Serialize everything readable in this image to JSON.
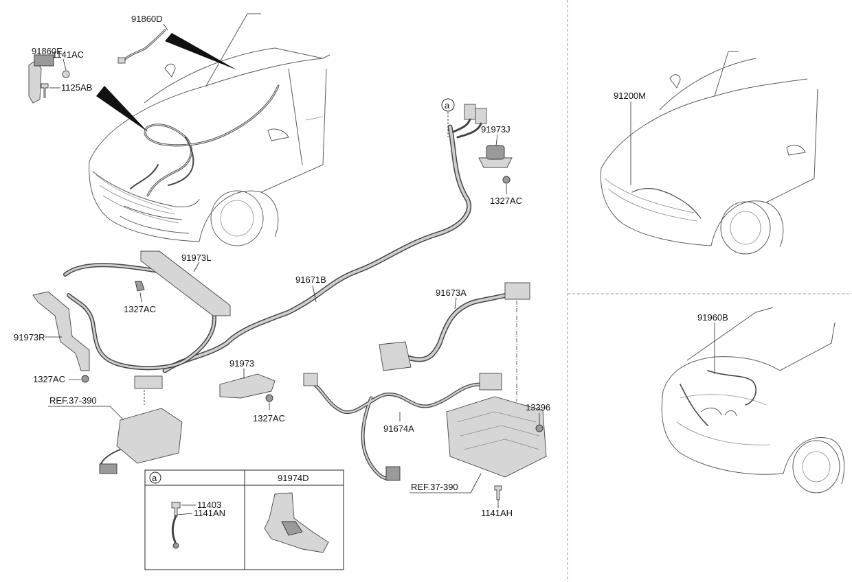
{
  "labels": {
    "p91860D": "91860D",
    "p91860E": "91860E",
    "p1141AC": "1141AC",
    "p1125AB": "1125AB",
    "p91973J": "91973J",
    "p1327AC_a": "1327AC",
    "p91973L": "91973L",
    "p1327AC_b": "1327AC",
    "p91671B": "91671B",
    "p91973R": "91973R",
    "p1327AC_c": "1327AC",
    "p91973": "91973",
    "p1327AC_d": "1327AC",
    "pREF1": "REF.37-390",
    "p91673A": "91673A",
    "p13396": "13396",
    "p91674A": "91674A",
    "pREF2": "REF.37-390",
    "p1141AH": "1141AH",
    "p91200M": "91200M",
    "p91960B": "91960B"
  },
  "callout_a": "a",
  "legend": {
    "col1_header": "a",
    "col2_header": "91974D",
    "p11403": "11403",
    "p1141AN": "1141AN"
  }
}
